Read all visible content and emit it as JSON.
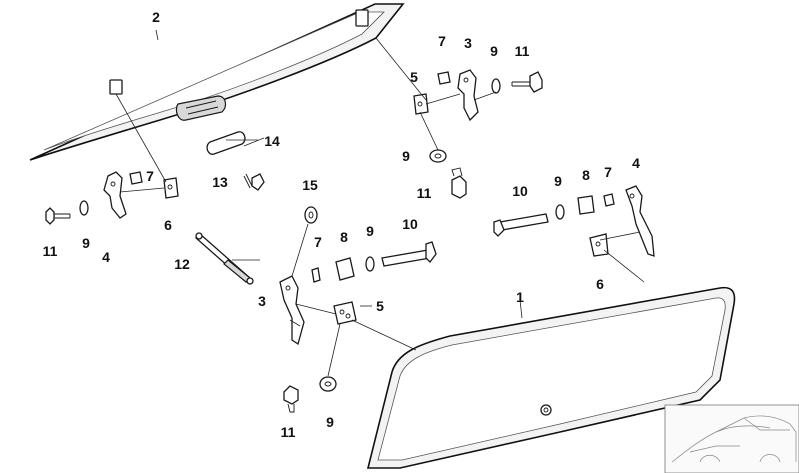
{
  "callouts": {
    "c1": "1",
    "c2": "2",
    "c3a": "3",
    "c3b": "3",
    "c4a": "4",
    "c4b": "4",
    "c5a": "5",
    "c5b": "5",
    "c6a": "6",
    "c6b": "6",
    "c7a": "7",
    "c7b": "7",
    "c7c": "7",
    "c7d": "7",
    "c8a": "8",
    "c8b": "8",
    "c9a": "9",
    "c9b": "9",
    "c9c": "9",
    "c9d": "9",
    "c9e": "9",
    "c9f": "9",
    "c10a": "10",
    "c10b": "10",
    "c11a": "11",
    "c11b": "11",
    "c11c": "11",
    "c11d": "11",
    "c12": "12",
    "c13": "13",
    "c14": "14",
    "c15": "15"
  }
}
